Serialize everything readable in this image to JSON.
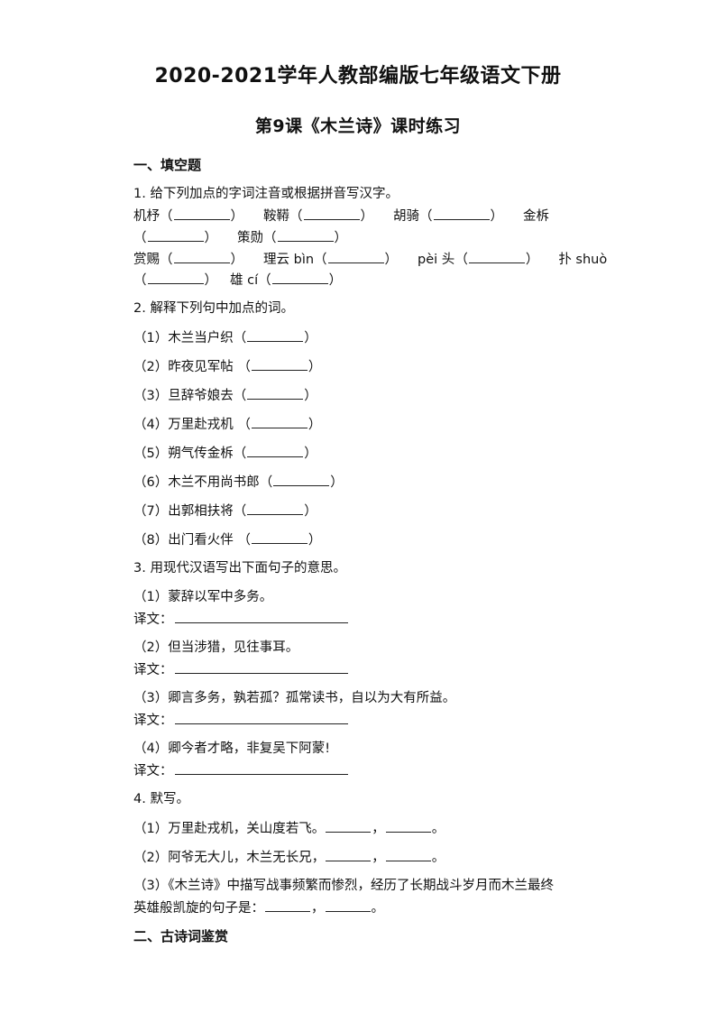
{
  "doc": {
    "title": "2020-2021学年人教部编版七年级语文下册",
    "subtitle": "第9课《木兰诗》课时练习"
  },
  "section1": {
    "heading": "一、填空题",
    "q1": {
      "prompt": "1. 给下列加点的字词注音或根据拼音写汉字。",
      "items": [
        "机杼",
        "鞍鞯",
        "胡骑",
        "金柝",
        "策勋",
        "赏赐",
        "理云 bìn",
        "pèi 头",
        "扑 shuò",
        "雄 cí"
      ]
    },
    "q2": {
      "prompt": "2. 解释下列句中加点的词。",
      "items": [
        "（1）木兰当户织",
        "（2）昨夜见军帖",
        "（3）旦辞爷娘去",
        "（4）万里赴戎机",
        "（5）朔气传金柝",
        "（6）木兰不用尚书郎",
        "（7）出郭相扶将",
        "（8）出门看火伴"
      ]
    },
    "q3": {
      "prompt": "3. 用现代汉语写出下面句子的意思。",
      "translate_label": "译文：",
      "items": [
        "（1）蒙辞以军中多务。",
        "（2）但当涉猎，见往事耳。",
        "（3）卿言多务，孰若孤？孤常读书，自以为大有所益。",
        "（4）卿今者才略，非复吴下阿蒙!"
      ]
    },
    "q4": {
      "prompt": "4. 默写。",
      "items": [
        "（1）万里赴戎机，关山度若飞。",
        "（2）阿爷无大儿，木兰无长兄，",
        "（3）《木兰诗》中描写战事频繁而惨烈，经历了长期战斗岁月而木兰最终",
        "英雄般凯旋的句子是："
      ],
      "comma": "，",
      "period": "。"
    }
  },
  "section2": {
    "heading": "二、古诗词鉴赏"
  }
}
